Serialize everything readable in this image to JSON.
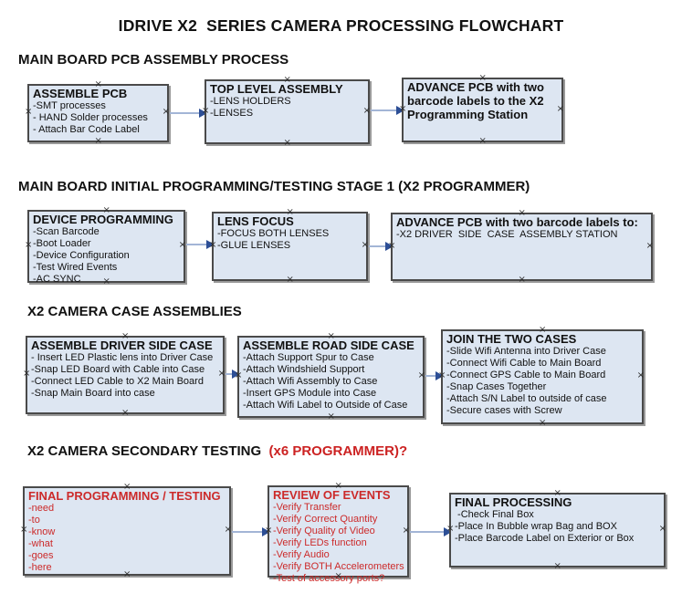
{
  "title": "IDRIVE X2  SERIES CAMERA PROCESSING FLOWCHART",
  "colors": {
    "box_fill": "#dde6f2",
    "box_border": "#4a4a4a",
    "arrow_line": "#a3b5d6",
    "arrow_head": "#2d4f96",
    "accent_red": "#cc2222"
  },
  "sections": [
    {
      "heading": "MAIN BOARD PCB ASSEMBLY PROCESS",
      "boxes": [
        {
          "title": "ASSEMBLE PCB",
          "items": [
            "-SMT processes",
            "- HAND Solder processes",
            "- Attach Bar Code Label"
          ]
        },
        {
          "title": "TOP LEVEL ASSEMBLY",
          "items": [
            "-LENS HOLDERS",
            "-LENSES"
          ]
        },
        {
          "title": "ADVANCE PCB with two barcode labels to the X2 Programming Station",
          "items": []
        }
      ]
    },
    {
      "heading": "MAIN BOARD INITIAL PROGRAMMING/TESTING STAGE 1 (X2 PROGRAMMER)",
      "boxes": [
        {
          "title": "DEVICE PROGRAMMING",
          "items": [
            "-Scan Barcode",
            "-Boot Loader",
            "-Device Configuration",
            "-Test Wired Events",
            "-AC SYNC"
          ]
        },
        {
          "title": "LENS FOCUS",
          "items": [
            "-FOCUS BOTH LENSES",
            "-GLUE LENSES"
          ]
        },
        {
          "title": "ADVANCE PCB with two barcode labels to:",
          "items": [
            "-X2 DRIVER  SIDE  CASE  ASSEMBLY STATION"
          ]
        }
      ]
    },
    {
      "heading": "X2 CAMERA CASE ASSEMBLIES",
      "boxes": [
        {
          "title": "ASSEMBLE DRIVER SIDE CASE",
          "items": [
            "- Insert LED Plastic lens into Driver Case",
            "-Snap LED Board with Cable into Case",
            "-Connect LED Cable to X2 Main Board",
            "-Snap Main Board into case"
          ]
        },
        {
          "title": "ASSEMBLE ROAD SIDE CASE",
          "items": [
            "-Attach Support Spur to Case",
            "-Attach Windshield Support",
            "-Attach Wifi Assembly to Case",
            "-Insert GPS Module into Case",
            "-Attach Wifi Label to Outside of Case"
          ]
        },
        {
          "title": "JOIN THE TWO CASES",
          "items": [
            "-Slide Wifi Antenna into Driver Case",
            "-Connect Wifi Cable to Main Board",
            "-Connect GPS Cable to Main Board",
            "-Snap Cases Together",
            "-Attach S/N Label to outside of case",
            "-Secure cases with Screw"
          ]
        }
      ]
    },
    {
      "heading": "X2 CAMERA SECONDARY TESTING ",
      "heading_red": " (x6 PROGRAMMER)?",
      "boxes": [
        {
          "title": "FINAL PROGRAMMING / TESTING",
          "items": [
            "-need",
            "-to",
            "-know",
            "-what",
            "-goes",
            "-here"
          ]
        },
        {
          "title": "REVIEW OF EVENTS",
          "items": [
            "-Verify Transfer",
            "-Verify Correct Quantity",
            "-Verify Quality of Video",
            "-Verify LEDs function",
            "-Verify Audio",
            "-Verify BOTH Accelerometers",
            "-Test of accessory ports?"
          ]
        },
        {
          "title": "FINAL PROCESSING",
          "items": [
            " -Check Final Box",
            "-Place In Bubble wrap Bag and BOX",
            "-Place Barcode Label on Exterior or Box"
          ]
        }
      ]
    }
  ]
}
